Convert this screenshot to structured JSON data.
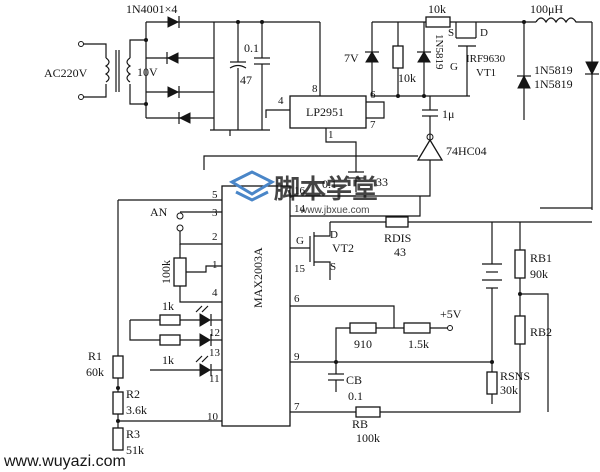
{
  "labels": {
    "rectifier": "1N4001×4",
    "ac_source": "AC220V",
    "transformer_secondary": "10V",
    "cap_top": "0.1",
    "cap_bottom": "47",
    "lp_chip": "LP2951",
    "lp_pin8": "8",
    "lp_pin4": "4",
    "lp_pin6": "6",
    "lp_pin7": "7",
    "lp_pin1": "1",
    "r_top": "10k",
    "zener_7v": "7V",
    "r_10k_mid": "10k",
    "diode_1n5819_a": "1N5819",
    "mosfet_pin_s": "S",
    "mosfet_pin_d": "D",
    "mosfet_pin_g": "G",
    "mosfet_part": "IRF9630",
    "mosfet_ref": "VT1",
    "inductor": "100μH",
    "diode_1n5819_b": "1N5819",
    "diode_1n5819_c": "1N5819",
    "cap_1u": "1μ",
    "inverter": "74HC04",
    "cap_01": "0.1",
    "pin_33": "33",
    "max_pin5": "5",
    "max_pin3": "3",
    "max_pin2": "2",
    "max_pin1": "1",
    "max_pin4": "4",
    "max_pin12": "12",
    "max_pin13": "13",
    "max_pin11": "11",
    "max_pin10": "10",
    "max_pin16": "16",
    "max_pin14": "14",
    "max_pin15": "15",
    "max_pin6": "6",
    "max_pin9": "9",
    "max_pin7": "7",
    "max_chip": "MAX2003A",
    "an_switch": "AN",
    "r_100k": "100k",
    "r_1k_a": "1k",
    "r_1k_b": "1k",
    "r1_ref": "R1",
    "r1_val": "60k",
    "r2_ref": "R2",
    "r2_val": "3.6k",
    "r3_ref": "R3",
    "r3_val": "51k",
    "vt2_d": "D",
    "vt2_ref": "VT2",
    "vt2_s": "S",
    "vt2_g": "G",
    "rdis_ref": "RDIS",
    "rdis_val": "43",
    "r_910": "910",
    "r_15k": "1.5k",
    "plus5v": "+5V",
    "cb_ref": "CB",
    "cb_val": "0.1",
    "rb_ref": "RB",
    "rb_val": "100k",
    "rb1_ref": "RB1",
    "rb1_val": "90k",
    "rb2_ref": "RB2",
    "rsns_ref": "RSNS",
    "rsns_val": "30k"
  },
  "watermark": {
    "chinese": "脚本学堂",
    "url_center": "www.jbxue.com",
    "url_footer": "www.wuyazi.com",
    "color": "#4a86c8"
  }
}
